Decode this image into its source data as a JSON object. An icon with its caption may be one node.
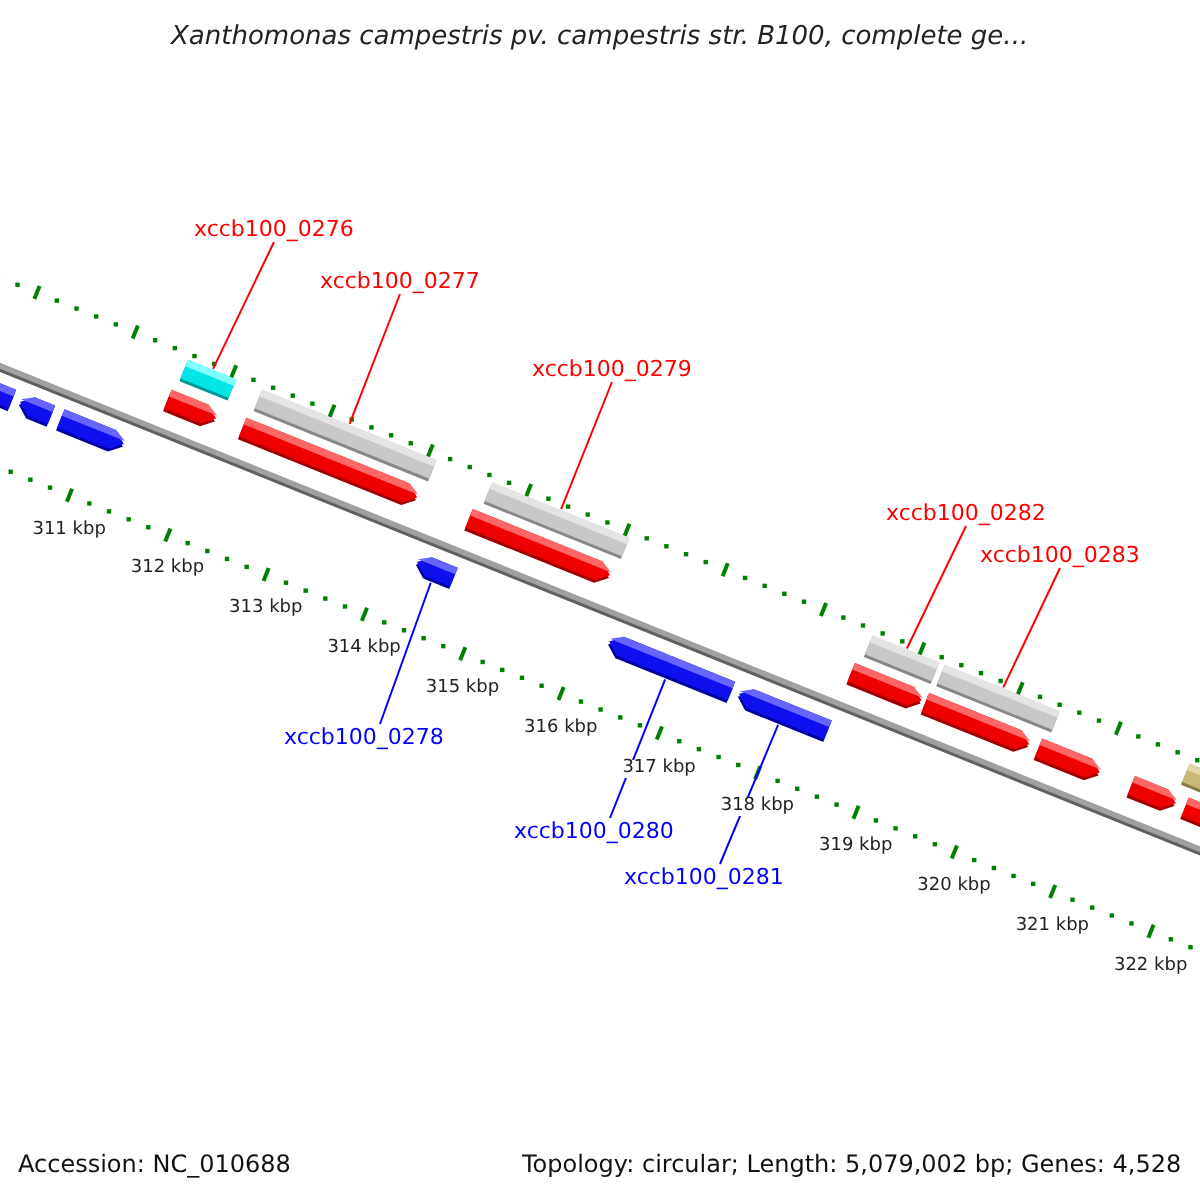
{
  "diagram": {
    "title": "Xanthomonas campestris pv. campestris str. B100, complete ge...",
    "nodes": [
      {
        "text": [
          "xccb100_0276"
        ]
      },
      {
        "text": [],
        "shape": "bar"
      },
      {
        "text": [
          "xccb100_0277"
        ]
      },
      {
        "text": [],
        "shape": "bar"
      },
      {
        "text": [
          "xccb100_0279"
        ]
      },
      {
        "text": [],
        "shape": "bar"
      },
      {
        "text": [
          "xccb100_0282"
        ]
      },
      {
        "text": [],
        "shape": "bar"
      },
      {
        "text": [
          "xccb100_0283"
        ]
      },
      {
        "text": [],
        "shape": "bar"
      },
      {
        "text": [
          "xccb100_0278"
        ]
      },
      {
        "text": [],
        "shape": "bar"
      },
      {
        "text": [
          "xccb100_0280"
        ]
      },
      {
        "text": [],
        "shape": "bar"
      },
      {
        "text": [
          "xccb100_0281"
        ]
      },
      {
        "text": [],
        "shape": "bar"
      }
    ],
    "edges": [
      {
        "from": 0,
        "to": 1,
        "arrow": "none"
      },
      {
        "from": 2,
        "to": 3,
        "arrow": "none"
      },
      {
        "from": 4,
        "to": 5,
        "arrow": "none"
      },
      {
        "from": 6,
        "to": 7,
        "arrow": "none"
      },
      {
        "from": 8,
        "to": 9,
        "arrow": "none"
      },
      {
        "from": 10,
        "to": 11,
        "arrow": "none",
        "color": "#0000ff"
      },
      {
        "from": 12,
        "to": 13,
        "arrow": "none",
        "color": "#0000ff"
      },
      {
        "from": 14,
        "to": 15,
        "arrow": "none",
        "color": "#0000ff"
      }
    ],
    "labels": [
      "311 kbp",
      "312 kbp",
      "313 kbp",
      "314 kbp",
      "315 kbp",
      "316 kbp",
      "317 kbp",
      "318 kbp",
      "319 kbp",
      "320 kbp",
      "321 kbp",
      "322 kbp",
      "Accession: NC_010688",
      "Topology: circular; Length: 5,079,002 bp; Genes: 4,528"
    ]
  }
}
